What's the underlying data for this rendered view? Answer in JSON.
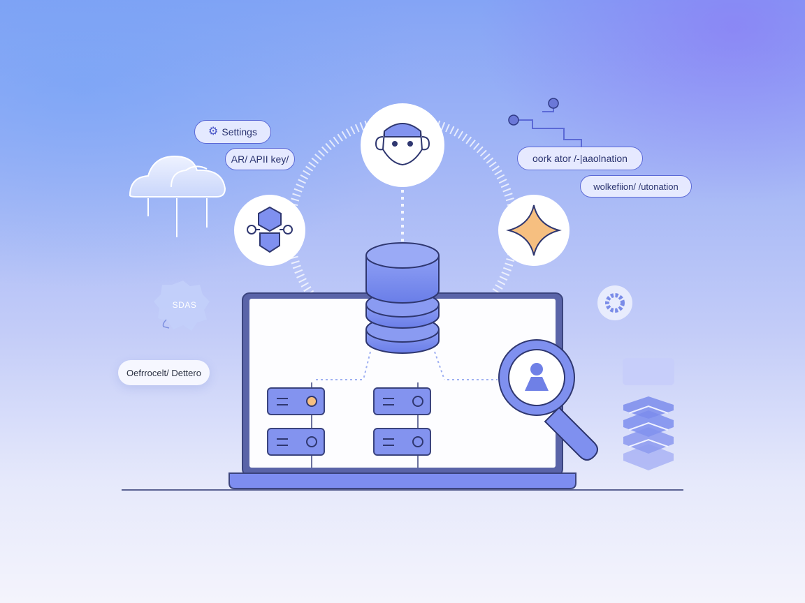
{
  "labels": {
    "settings": "Settings",
    "api_key": "AR/ APII key/",
    "work_automation": "oork ator /-|aaolnation",
    "workflow_automation": "wolkefiion/ /utonation",
    "cloud_badge": "SDAS",
    "cloud_detect": "Oefrrocelt/ Dettero"
  },
  "icons": [
    "gear-icon",
    "cloud-icon",
    "robot-face-icon",
    "hexagon-node-icon",
    "sparkle-icon",
    "database-icon",
    "magnifier-user-icon",
    "server-icon",
    "layers-icon",
    "badge-icon"
  ],
  "colors": {
    "accent": "#5b6fe0",
    "accent_light": "#8a9bf2",
    "outline": "#3d4690",
    "orange": "#f6bf80",
    "screen": "#fdfdff"
  }
}
